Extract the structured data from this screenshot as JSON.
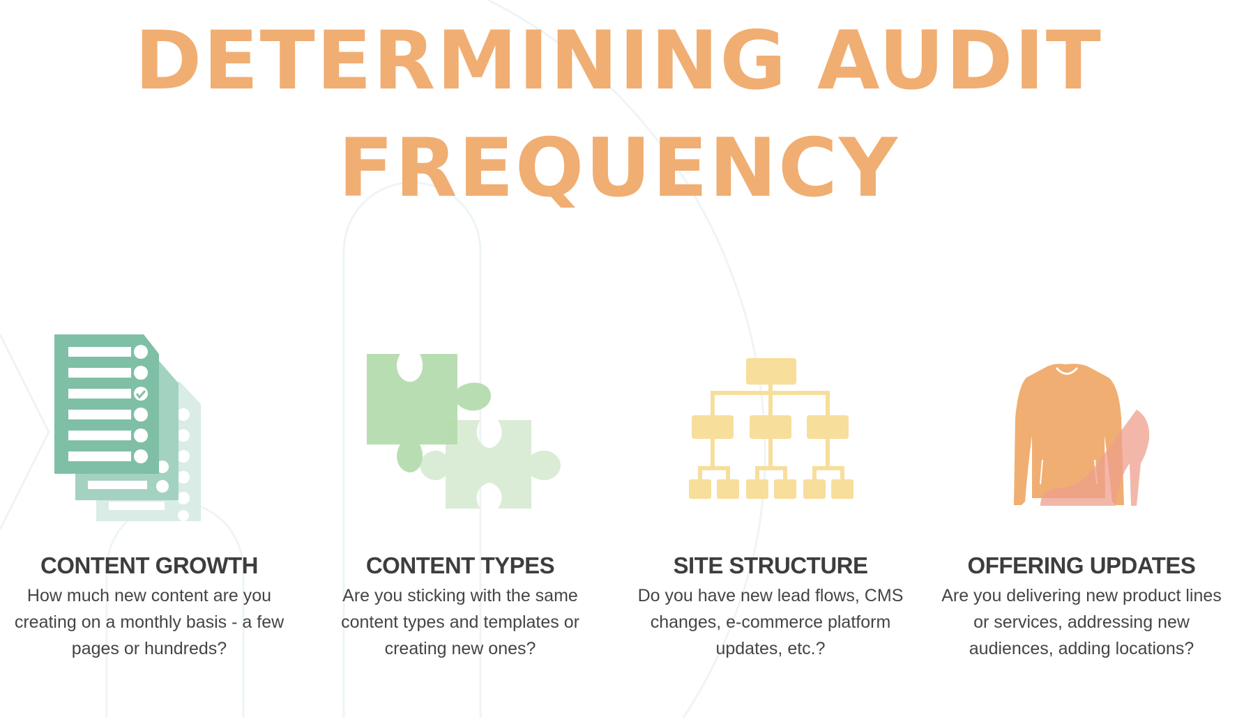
{
  "title": {
    "line1": "DETERMINING AUDIT",
    "line2": "FREQUENCY"
  },
  "colors": {
    "title": "#f0ae72",
    "green_dark": "#7fbfa6",
    "green_light": "#b5dbae",
    "yellow": "#f7de9b",
    "orange": "#f0ae72",
    "pink": "#f0b4a4"
  },
  "items": [
    {
      "icon": "checklist-documents-icon",
      "heading": "CONTENT GROWTH",
      "body": "How much new content are you creating on a monthly basis - a few pages or hundreds?"
    },
    {
      "icon": "puzzle-pieces-icon",
      "heading": "CONTENT TYPES",
      "body": "Are you sticking with the same content types and templates or creating new ones?"
    },
    {
      "icon": "sitemap-hierarchy-icon",
      "heading": "SITE STRUCTURE",
      "body": "Do you have new lead flows, CMS changes, e-commerce platform updates, etc.?"
    },
    {
      "icon": "sweater-and-shoe-icon",
      "heading": "OFFERING UPDATES",
      "body": "Are you delivering new product lines or services, addressing new audiences, adding locations?"
    }
  ]
}
